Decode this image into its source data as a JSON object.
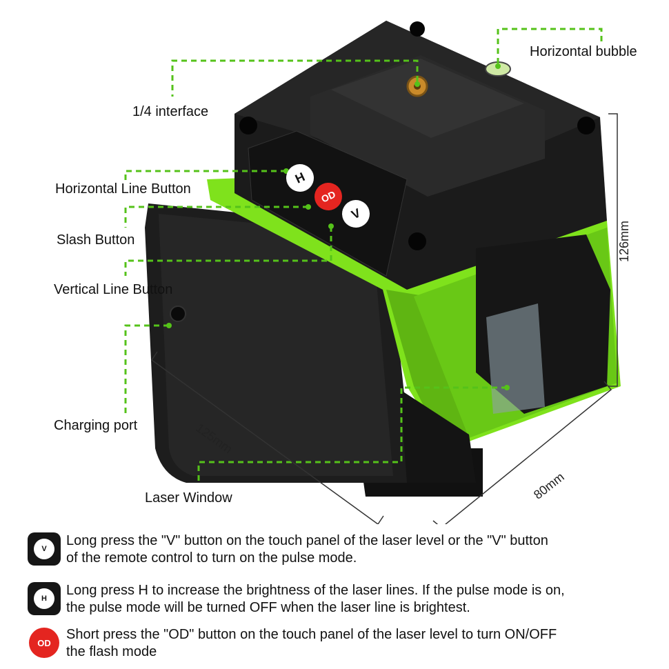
{
  "callouts": {
    "horizontal_bubble": "Horizontal bubble",
    "quarter_interface": "1/4 interface",
    "horizontal_line_button": "Horizontal Line Button",
    "slash_button": "Slash Button",
    "vertical_line_button": "Vertical Line Button",
    "charging_port": "Charging port",
    "laser_window": "Laser Window"
  },
  "dimensions": {
    "height": "126mm",
    "length": "125mm",
    "width": "80mm"
  },
  "panel_buttons": {
    "h": "H",
    "od": "OD",
    "v": "V"
  },
  "legend": [
    {
      "icon": "V",
      "text1": "Long press the \"V\" button on the touch panel of the laser level or the \"V\" button",
      "text2": "of the remote control to turn on the pulse mode."
    },
    {
      "icon": "H",
      "text1": "Long press H to increase the brightness of the laser lines. If the pulse mode is on,",
      "text2": "the pulse mode will be turned OFF when the laser line is brightest."
    },
    {
      "icon": "OD",
      "text1": "Short press the \"OD\" button on the touch panel of the laser level to turn ON/OFF",
      "text2": "the flash mode"
    }
  ],
  "colors": {
    "accent_green": "#7fe21c",
    "callout_green": "#55c21a",
    "body_black": "#1b1b1b",
    "od_red": "#e42520"
  }
}
